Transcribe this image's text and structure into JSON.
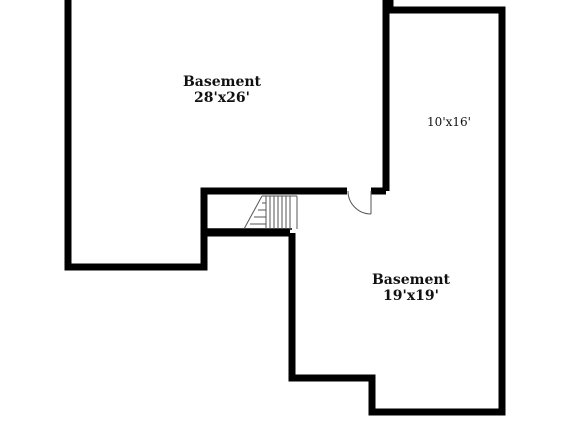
{
  "floor_plan": {
    "rooms": [
      {
        "id": "upper-left",
        "name": "Basement",
        "dimensions": "28'x26'"
      },
      {
        "id": "right-upper",
        "name": "",
        "dimensions": "10'x16'"
      },
      {
        "id": "lower-right",
        "name": "Basement",
        "dimensions": "19'x19'"
      }
    ],
    "features": [
      "stairs",
      "door"
    ],
    "colors": {
      "wall": "#000000",
      "background": "#ffffff",
      "detail": "#555555"
    }
  }
}
